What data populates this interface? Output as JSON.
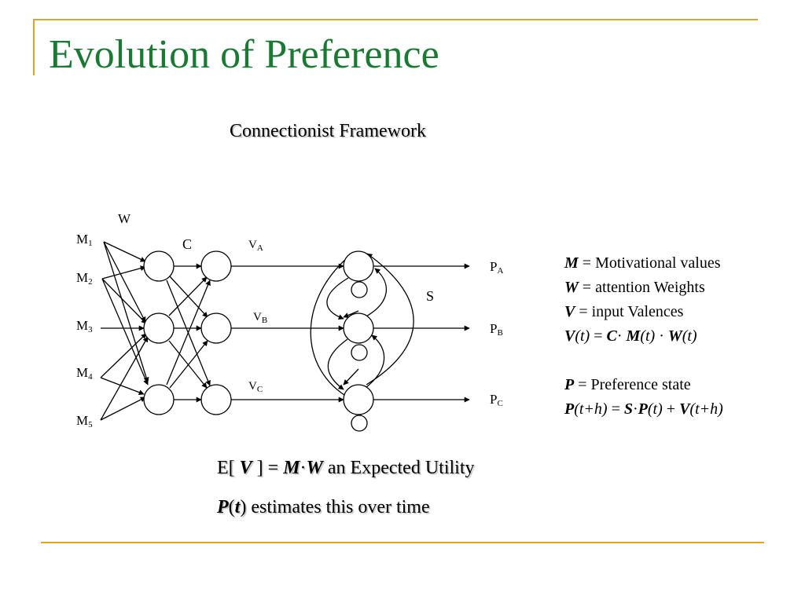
{
  "slide": {
    "title": "Evolution of Preference",
    "subtitle": "Connectionist Framework"
  },
  "diagram": {
    "weights_label": "W",
    "contrast_label": "C",
    "feedback_label": "S",
    "m_labels": [
      {
        "base": "M",
        "sub": "1"
      },
      {
        "base": "M",
        "sub": "2"
      },
      {
        "base": "M",
        "sub": "3"
      },
      {
        "base": "M",
        "sub": "4"
      },
      {
        "base": "M",
        "sub": "5"
      }
    ],
    "v_labels": [
      {
        "base": "V",
        "sub": "A"
      },
      {
        "base": "V",
        "sub": "B"
      },
      {
        "base": "V",
        "sub": "C"
      }
    ],
    "p_labels": [
      {
        "base": "P",
        "sub": "A"
      },
      {
        "base": "P",
        "sub": "B"
      },
      {
        "base": "P",
        "sub": "C"
      }
    ]
  },
  "legend": {
    "m_sym": "M",
    "m_text": " = Motivational values",
    "w_sym": "W",
    "w_text": " = attention Weights",
    "v_sym": "V",
    "v_text": " = input Valences",
    "eq1": {
      "lhs_v": "V",
      "lhs_t": "(t)",
      "eq": " = ",
      "c": "C",
      "dot1": "· ",
      "m": "M",
      "mt": "(t)",
      "dot2": " · ",
      "w": "W",
      "wt": "(t)"
    },
    "p_sym": "P",
    "p_text": " = Preference state",
    "eq2": {
      "lhs_p": "P",
      "lhs_t": "(t+h)",
      "eq": " = ",
      "s": "S",
      "dot": "·",
      "p": "P",
      "pt": "(t)",
      "plus": " + ",
      "v": "V",
      "vt": "(t+h)"
    }
  },
  "bottom": {
    "line1": {
      "prefix": "E[ ",
      "v": "V",
      "mid": " ] = ",
      "m": "M",
      "dot": "·",
      "w": "W",
      "suffix": " an Expected Utility"
    },
    "line2": {
      "p": "P",
      "t": "t",
      "suffix": " estimates this over time"
    }
  }
}
